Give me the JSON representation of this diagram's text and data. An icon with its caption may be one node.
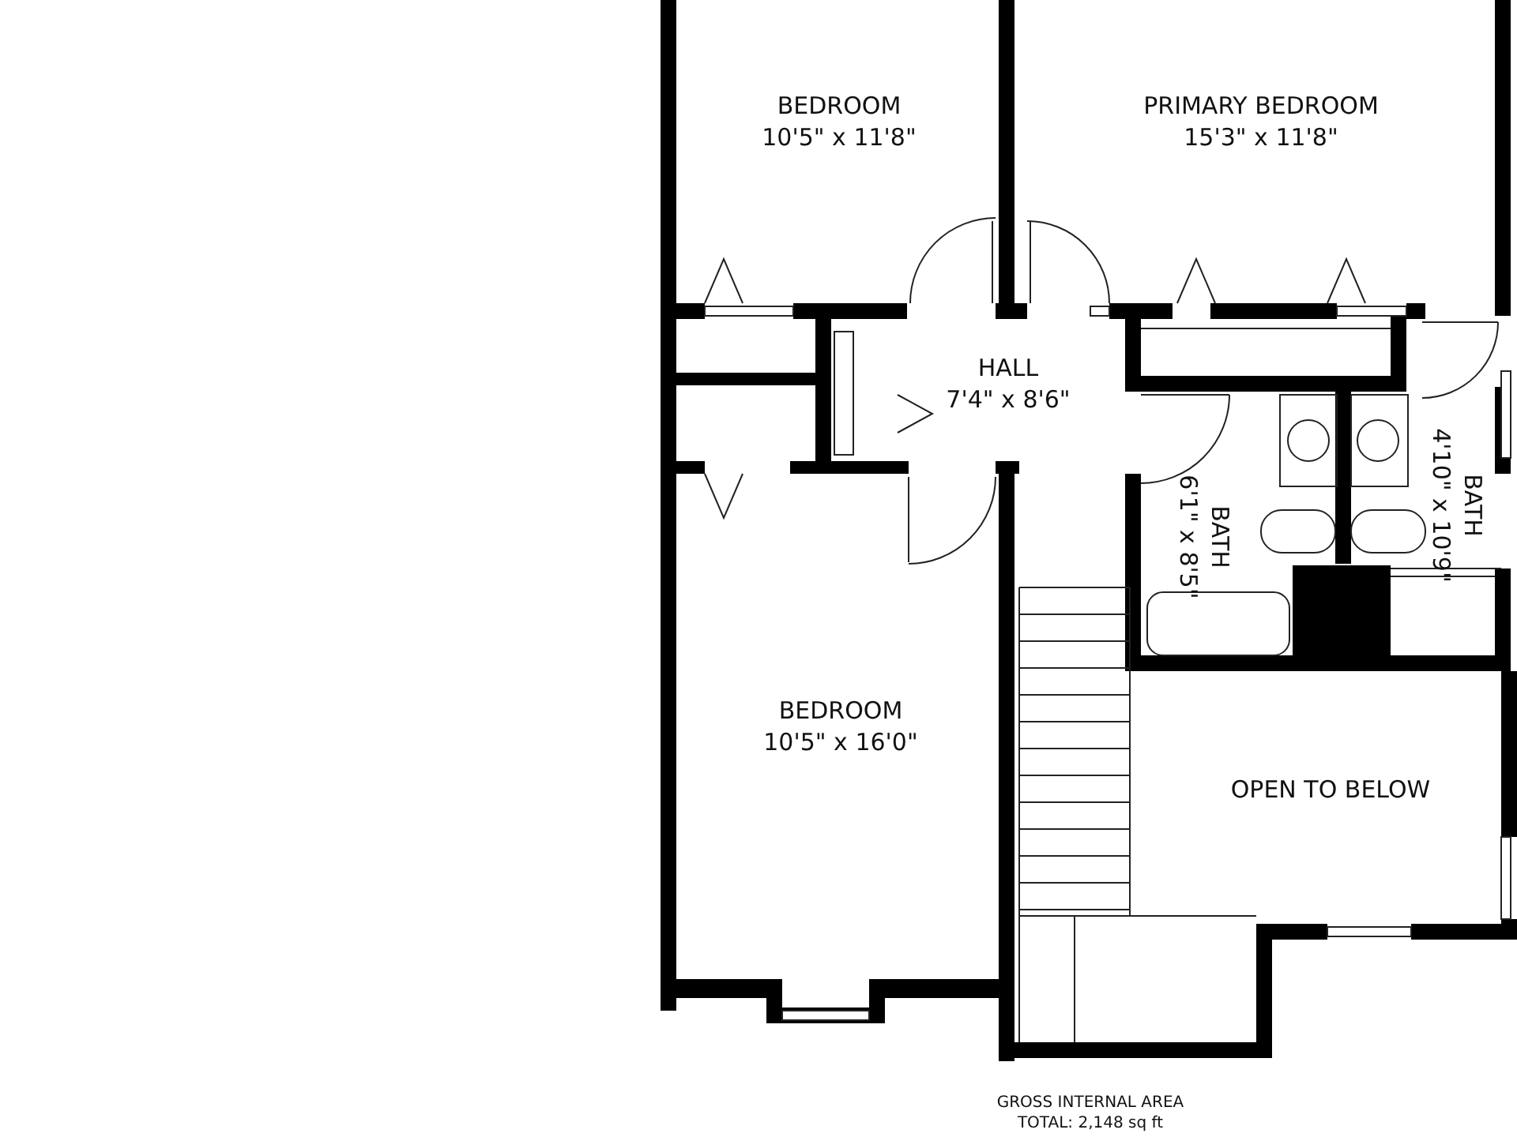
{
  "diagram": {
    "nodes": [
      {
        "text": [
          "BEDROOM",
          "10'5\" x 11'8\""
        ]
      },
      {
        "text": [
          "PRIMARY BEDROOM",
          "15'3\" x 11'8\""
        ]
      },
      {
        "text": [
          "HALL",
          "7'4\" x 8'6\""
        ]
      },
      {
        "text": [
          "BATH",
          "6'1\" x 8'5\""
        ]
      },
      {
        "text": [
          "BATH",
          "4'10\" x 10'9\""
        ]
      },
      {
        "text": [
          "BEDROOM",
          "10'5\" x 16'0\""
        ]
      },
      {
        "text": [
          "OPEN TO BELOW"
        ]
      }
    ],
    "edges": [],
    "labels": [
      "GROSS INTERNAL AREA",
      "TOTAL: 2,148 sq ft"
    ]
  }
}
